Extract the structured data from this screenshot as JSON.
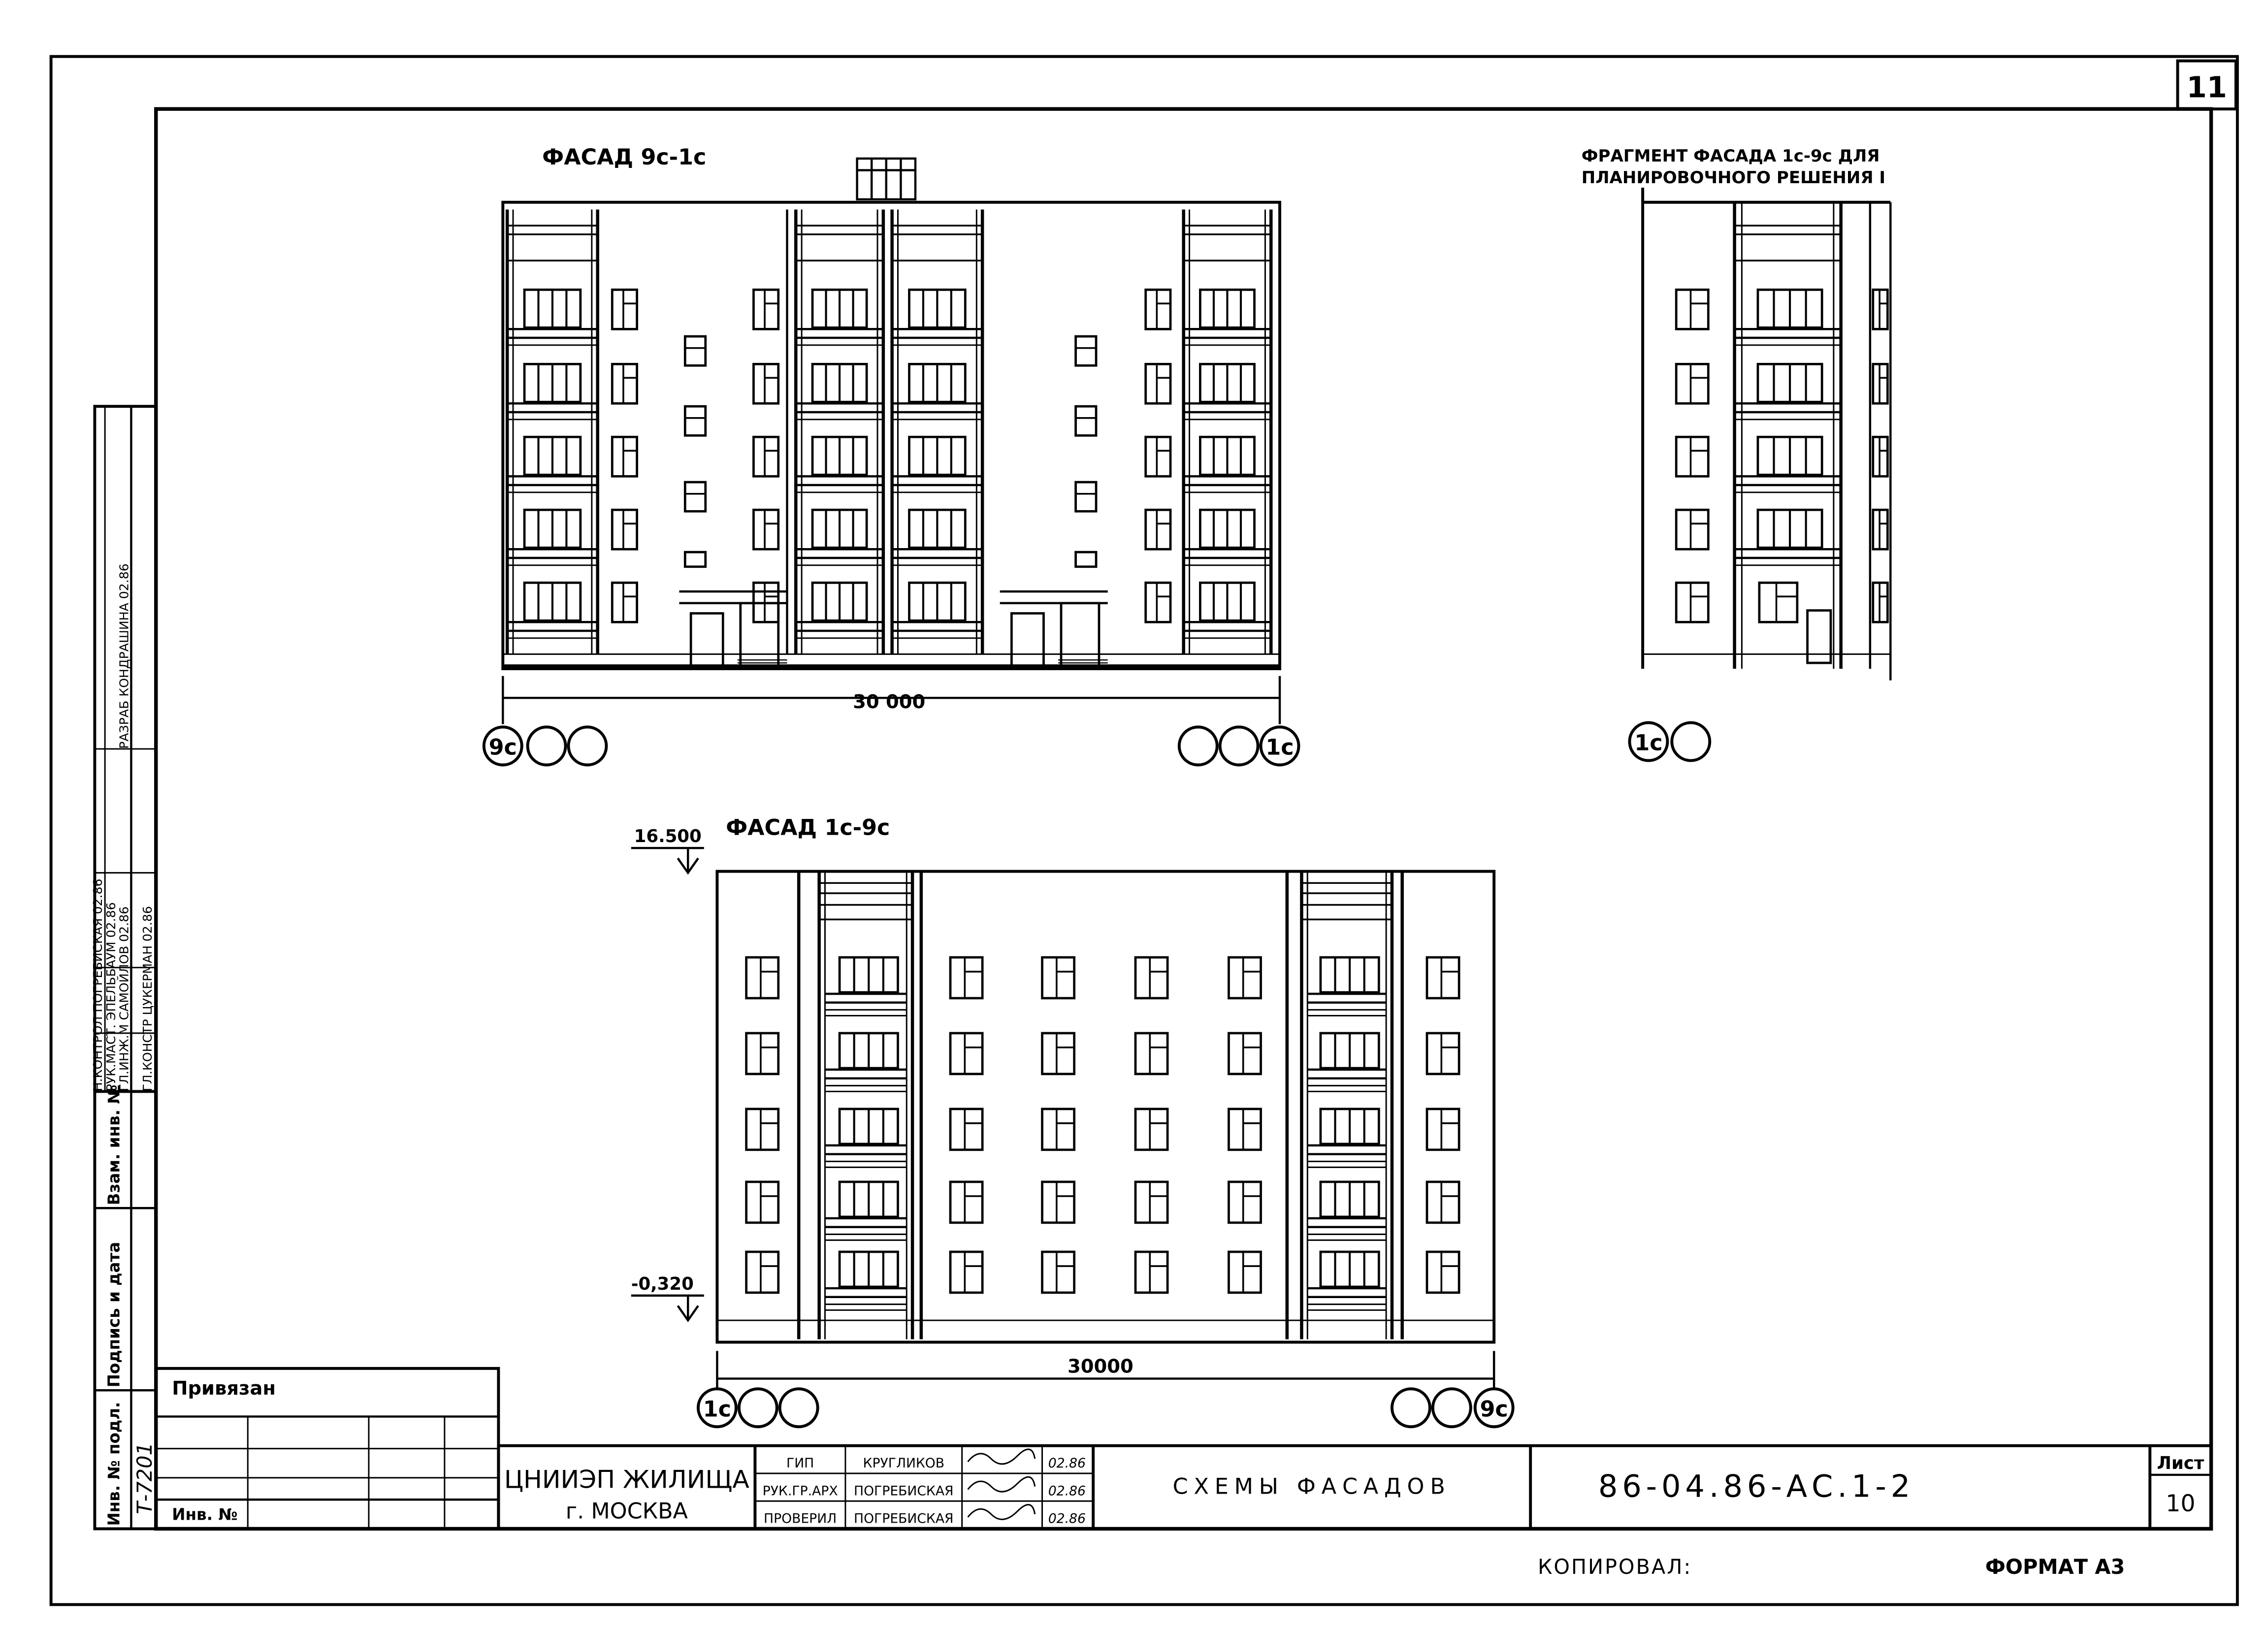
{
  "page_number": "11",
  "facade_top": {
    "title": "ФАСАД 9с-1с",
    "dimension": "30 000",
    "axis_left": "9с",
    "axis_right": "1с"
  },
  "fragment": {
    "title_line1": "ФРАГМЕНТ ФАСАДА 1с-9с ДЛЯ",
    "title_line2": "ПЛАНИРОВОЧНОГО РЕШЕНИЯ I",
    "axis": "1с"
  },
  "facade_bottom": {
    "title": "ФАСАД 1с-9с",
    "level_top": "16.500",
    "level_bottom": "-0,320",
    "dimension": "30000",
    "axis_left": "1с",
    "axis_right": "9с"
  },
  "stamp": {
    "privyazan": "Привязан",
    "inv_no": "Инв. №",
    "org_line1": "ЦНИИЭП ЖИЛИЩА",
    "org_line2": "г. МОСКВА",
    "sheet_title": "СХЕМЫ ФАСАДОВ",
    "doc_code": "86-04.86-АС.1-2",
    "sheet_label": "Лист",
    "sheet_no": "10",
    "signers": [
      {
        "role": "ГИП",
        "name": "КРУГЛИКОВ",
        "date": "02.86"
      },
      {
        "role": "РУК.ГР.АРХ",
        "name": "ПОГРЕБИСКАЯ",
        "date": "02.86"
      },
      {
        "role": "ПРОВЕРИЛ",
        "name": "ПОГРЕБИСКАЯ",
        "date": "02.86"
      }
    ]
  },
  "side_stamp": {
    "rows": [
      {
        "role": "РАЗРАБ",
        "name": "КОНДРАШИНА",
        "date": "02.86"
      },
      {
        "role": "Н.КОНТРОЛ",
        "name": "ПОГРЕБИСКАЯ",
        "date": "02.86"
      },
      {
        "role": "РУК.МАСТ.",
        "name": "ЭПЕЛЬБАУМ",
        "date": "02.86"
      },
      {
        "role": "ГЛ.ИНЖ.М",
        "name": "САМОЙЛОВ",
        "date": "02.86"
      },
      {
        "role": "ГЛ.КОНСТР",
        "name": "ЦУКЕРМАН",
        "date": "02.86"
      }
    ],
    "vzam_inv": "Взам. инв. №",
    "podpis_data": "Подпись и дата",
    "inv_podl": "Инв. № подл.",
    "inv_podl_value": "Т-7201"
  },
  "footer": {
    "copied_by": "КОПИРОВАЛ:",
    "format": "ФОРМАТ А3"
  }
}
